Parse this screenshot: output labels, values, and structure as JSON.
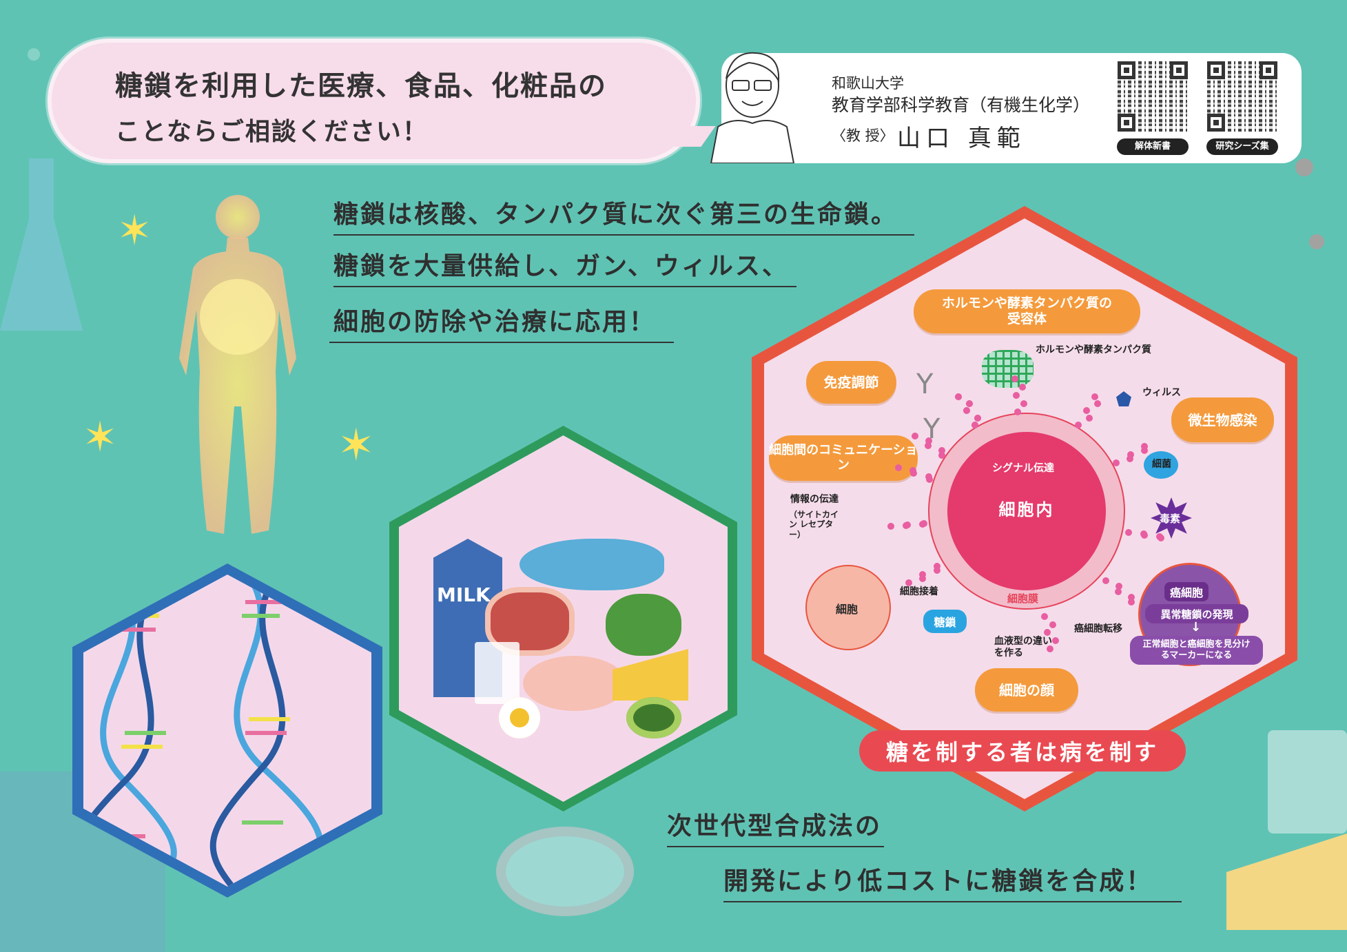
{
  "headline": {
    "line1": "糖鎖を利用した医療、食品、化粧品の",
    "line2": "ことならご相談ください！"
  },
  "profile": {
    "university": "和歌山大学",
    "department": "教育学部科学教育（有機生化学）",
    "rank": "〈教 授〉",
    "name": "山口 真範",
    "qr_labels": [
      "解体新書",
      "研究シーズ集"
    ]
  },
  "intro": [
    "糖鎖は核酸、タンパク質に次ぐ第三の生命鎖。",
    "糖鎖を大量供給し、ガン、ウィルス、",
    "細胞の防除や治療に応用！"
  ],
  "food": {
    "milk_label": "MILK"
  },
  "diagram": {
    "pills": {
      "receptor": "ホルモンや酵素タンパク質の受容体",
      "immune": "免疫調節",
      "microbe": "微生物感染",
      "communication": "細胞間のコミュニケーション",
      "face": "細胞の顔"
    },
    "labels": {
      "hormone": "ホルモンや酵素タンパク質",
      "virus": "ウィルス",
      "signal": "シグナル伝達",
      "bacteria": "細菌",
      "toxin": "毒素",
      "info": "情報の伝達",
      "cytokine": "（サイトカイン レセプター）",
      "cell": "細胞",
      "adhesion": "細胞接着",
      "membrane": "細胞膜",
      "intracellular": "細胞内",
      "sugar_chain": "糖鎖",
      "blood": "血液型の違いを作る",
      "metastasis": "癌細胞転移",
      "cancer": "癌細胞",
      "abnormal": "異常糖鎖の発現",
      "arrow": "↓",
      "marker": "正常細胞と癌細胞を見分けるマーカーになる"
    }
  },
  "banner": "糖を制する者は病を制す",
  "bottom": [
    "次世代型合成法の",
    "開発により低コストに糖鎖を合成！"
  ],
  "colors": {
    "background": "#5fc3b4",
    "orange": "#f49a3c",
    "red": "#e94a52",
    "pink": "#f7dcea"
  }
}
